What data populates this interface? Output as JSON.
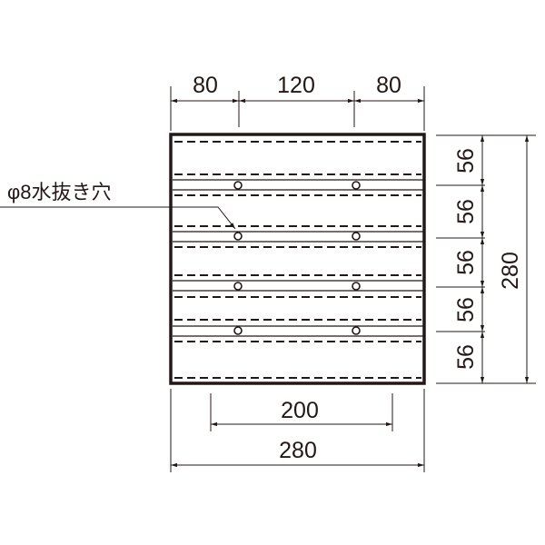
{
  "drawing": {
    "top_dims": [
      "80",
      "120",
      "80"
    ],
    "right_dims": [
      "56",
      "56",
      "56",
      "56",
      "56"
    ],
    "right_total": "280",
    "bottom_inner": "200",
    "bottom_total": "280",
    "callout": "φ8水抜き穴",
    "line_color": "#231815"
  }
}
